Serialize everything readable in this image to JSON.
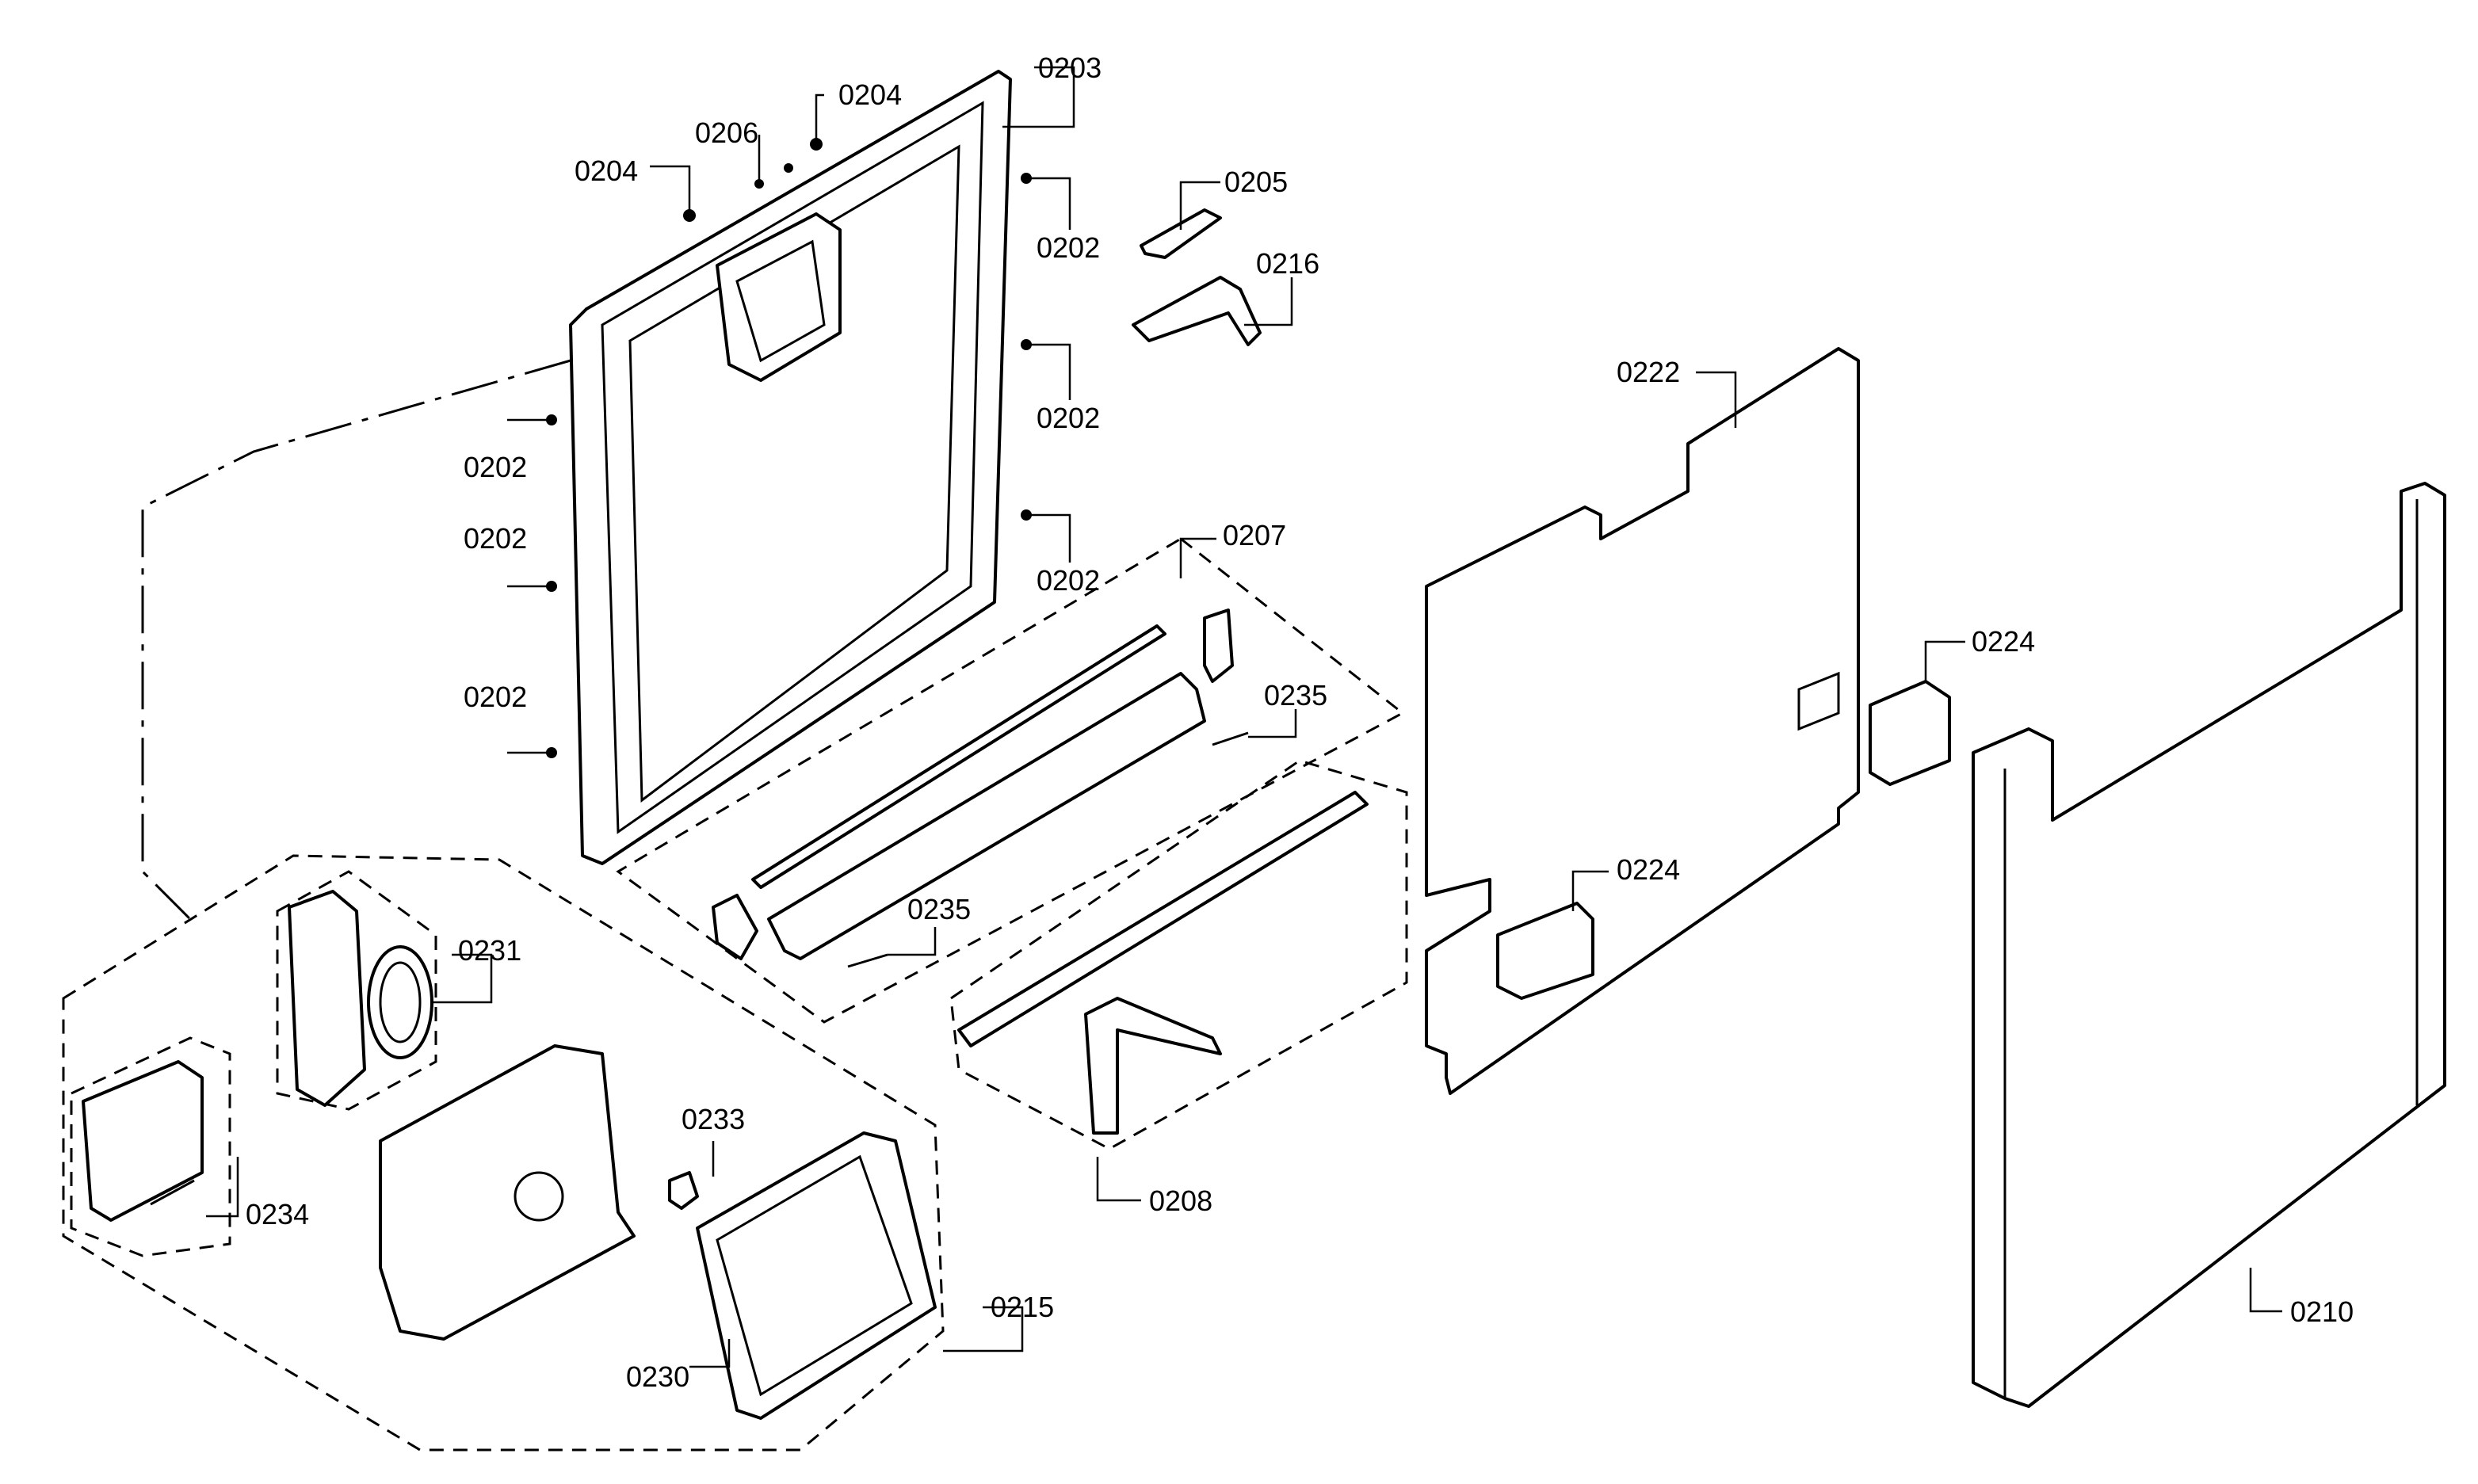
{
  "labels": {
    "l0203": "0203",
    "l0204a": "0204",
    "l0204b": "0204",
    "l0206": "0206",
    "l0202a": "0202",
    "l0202b": "0202",
    "l0202c": "0202",
    "l0202d": "0202",
    "l0202e": "0202",
    "l0202f": "0202",
    "l0205": "0205",
    "l0216": "0216",
    "l0222": "0222",
    "l0224a": "0224",
    "l0224b": "0224",
    "l0207": "0207",
    "l0235a": "0235",
    "l0235b": "0235",
    "l0231": "0231",
    "l0233": "0233",
    "l0234": "0234",
    "l0230": "0230",
    "l0215": "0215",
    "l0208": "0208",
    "l0210": "0210"
  },
  "colors": {
    "line": "#000000",
    "background": "#ffffff"
  }
}
